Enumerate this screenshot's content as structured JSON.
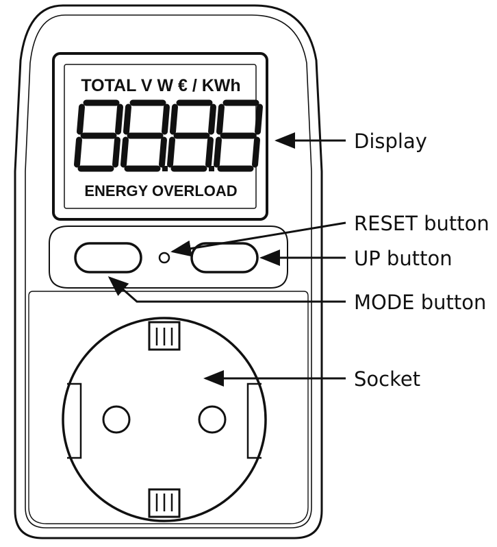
{
  "display": {
    "top_legend": "TOTAL V W € / KWh",
    "digits": "88.8.8",
    "bottom_legend": "ENERGY OVERLOAD"
  },
  "callouts": {
    "display": "Display",
    "reset": "RESET button",
    "up": "UP button",
    "mode": "MODE button",
    "socket": "Socket"
  },
  "colors": {
    "line": "#111111",
    "background": "#ffffff"
  }
}
